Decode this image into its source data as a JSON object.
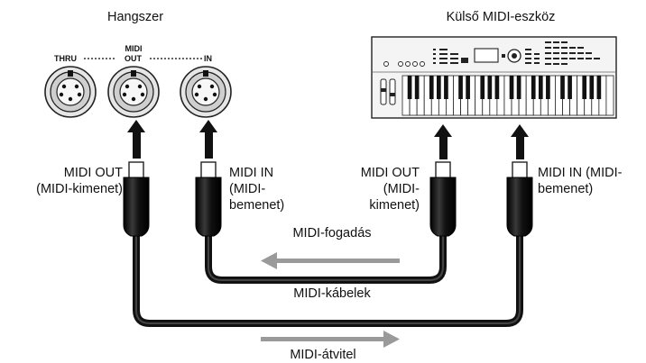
{
  "instrument": {
    "title": "Hangszer",
    "midi_header": "MIDI",
    "port_thru": "THRU",
    "port_out": "OUT",
    "port_in": "IN"
  },
  "external": {
    "title": "Külső MIDI-eszköz"
  },
  "labels": {
    "inst_out_line1": "MIDI OUT",
    "inst_out_line2": "(MIDI-kimenet)",
    "inst_in_line1": "MIDI IN",
    "inst_in_line2": "(MIDI-",
    "inst_in_line3": "bemenet)",
    "ext_out_line1": "MIDI OUT",
    "ext_out_line2": "(MIDI-",
    "ext_out_line3": "kimenet)",
    "ext_in_line1": "MIDI IN (MIDI-",
    "ext_in_line2": "bemenet)"
  },
  "flows": {
    "receive": "MIDI-fogadás",
    "cables": "MIDI-kábelek",
    "transmit": "MIDI-átvitel"
  },
  "colors": {
    "cable": "#111111",
    "flow_arrow": "#9a9a9a",
    "port_fill": "#e6e6e6",
    "keyboard_body": "#f2f2f2"
  }
}
